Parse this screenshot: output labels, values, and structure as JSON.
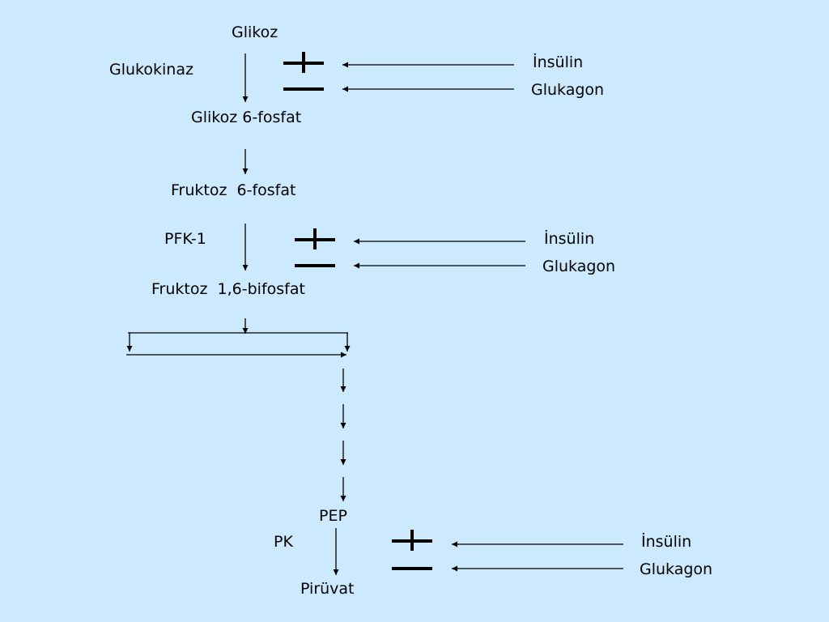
{
  "pathway": {
    "glikoz": "Glikoz",
    "glukokinaz": "Glukokinaz",
    "glikoz_6_fosfat": "Glikoz 6-fosfat",
    "fruktoz_6_fosfat": "Fruktoz  6-fosfat",
    "pfk1": "PFK-1",
    "fruktoz_16_bifosfat": "Fruktoz  1,6-bifosfat",
    "pep": "PEP",
    "pk": "PK",
    "piruvat": "Pirüvat"
  },
  "regulators": [
    {
      "insulin": "İnsülin",
      "glukagon": "Glukagon"
    },
    {
      "insulin": "İnsülin",
      "glukagon": "Glukagon"
    },
    {
      "insulin": "İnsülin",
      "glukagon": "Glukagon"
    }
  ],
  "colors": {
    "background": "#cce9fd",
    "ink": "#000000"
  }
}
